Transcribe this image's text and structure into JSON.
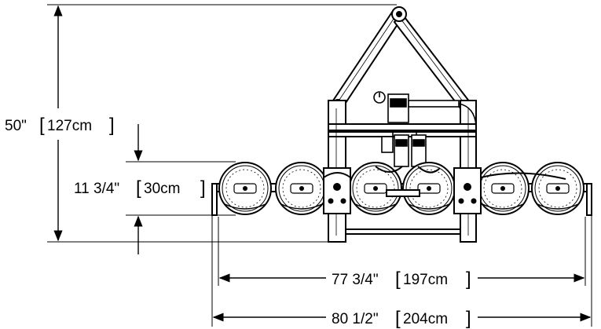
{
  "dimensions": {
    "height_total": {
      "imperial": "50\"",
      "metric": "127cm"
    },
    "height_pad": {
      "imperial": "11 3/4\"",
      "metric": "30cm"
    },
    "width_inner": {
      "imperial": "77 3/4\"",
      "metric": "197cm"
    },
    "width_outer": {
      "imperial": "80 1/2\"",
      "metric": "204cm"
    }
  },
  "colors": {
    "line": "#000000",
    "background": "#ffffff"
  }
}
